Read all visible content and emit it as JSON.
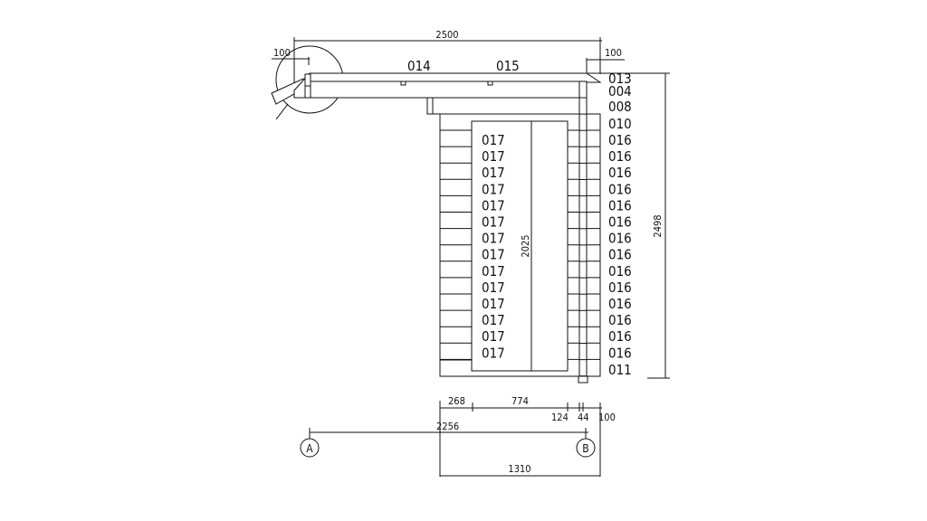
{
  "dimensions": {
    "overall_width": "2500",
    "left_overhang": "100",
    "right_overhang": "100",
    "height": "2498",
    "door_height": "2025",
    "bottom": [
      "268",
      "774",
      "124",
      "44",
      "100"
    ],
    "axis_span": "2256",
    "base_width": "1310"
  },
  "roof_labels": [
    "014",
    "015"
  ],
  "right_labels": [
    "013",
    "004",
    "008",
    "010",
    "016",
    "016",
    "016",
    "016",
    "016",
    "016",
    "016",
    "016",
    "016",
    "016",
    "016",
    "016",
    "016",
    "016",
    "011"
  ],
  "door_labels": [
    "017",
    "017",
    "017",
    "017",
    "017",
    "017",
    "017",
    "017",
    "017",
    "017",
    "017",
    "017",
    "017",
    "017"
  ],
  "axes": [
    "A",
    "B"
  ]
}
